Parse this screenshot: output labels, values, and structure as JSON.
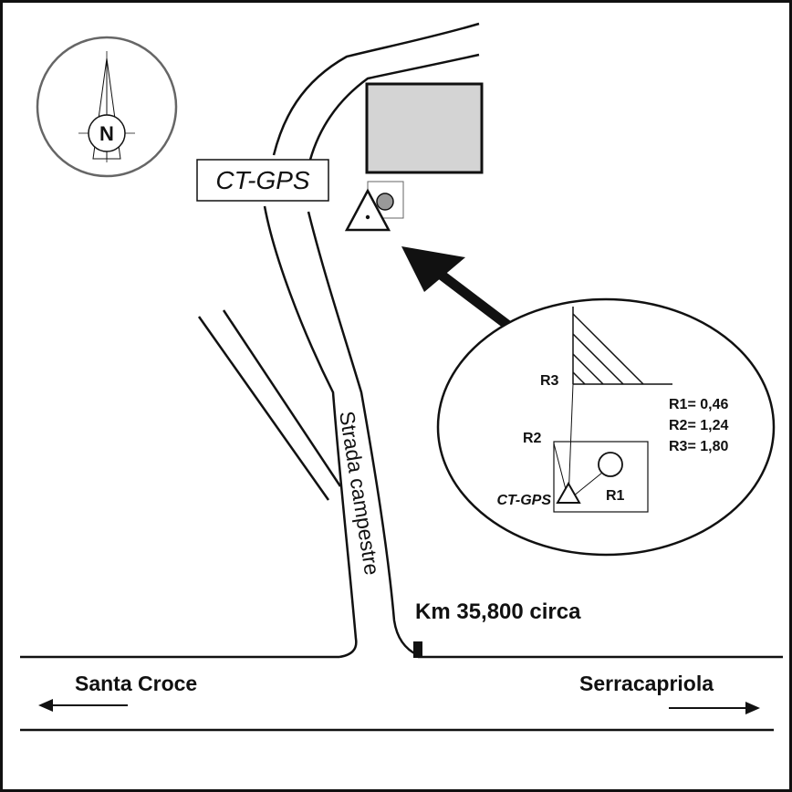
{
  "station_label": "CT-GPS",
  "compass": {
    "north_letter": "N",
    "icon": "compass-rose-icon"
  },
  "road": {
    "name": "Strada campestre"
  },
  "km_marker": "Km 35,800 circa",
  "directions": {
    "left": "Santa Croce",
    "right": "Serracapriola"
  },
  "inset": {
    "station_label": "CT-GPS",
    "ref_labels": {
      "r1": "R1",
      "r2": "R2",
      "r3": "R3"
    },
    "distances": [
      "R1= 0,46",
      "R2= 1,24",
      "R3= 1,80"
    ]
  },
  "colors": {
    "building_fill": "#d4d4d4",
    "ink": "#111111",
    "compass_ring": "#666666"
  }
}
